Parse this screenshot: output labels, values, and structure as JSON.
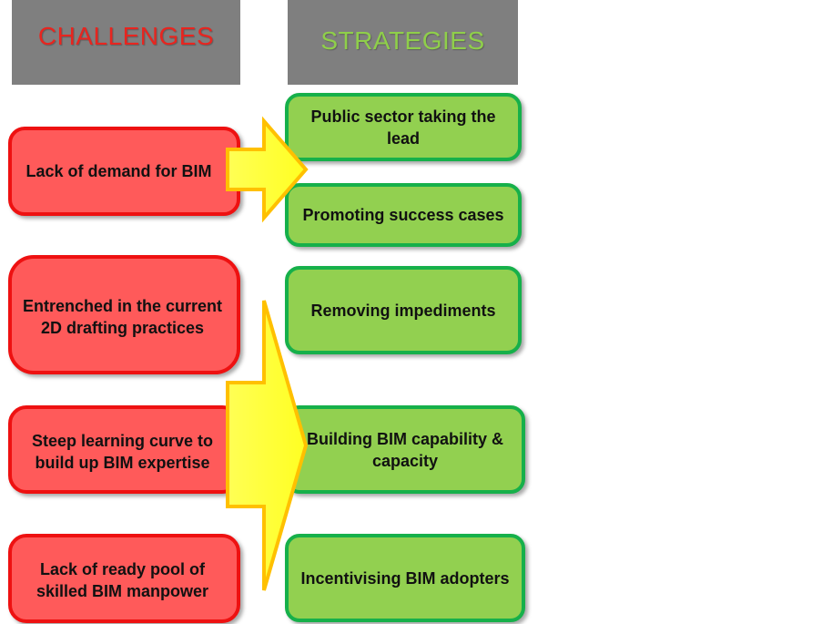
{
  "headers": {
    "challenges": "CHALLENGES",
    "strategies": "STRATEGIES"
  },
  "challenges": [
    "Lack of demand for BIM",
    "Entrenched in the current 2D drafting practices",
    "Steep learning curve to build up BIM expertise",
    "Lack of ready pool of skilled BIM manpower"
  ],
  "strategies": [
    "Public sector taking the lead",
    "Promoting success cases",
    "Removing impediments",
    "Building BIM capability & capacity",
    "Incentivising BIM adopters"
  ],
  "colors": {
    "header_bg": "#7f7f7f",
    "challenges_header_text": "#e8251f",
    "strategies_header_text": "#8fcf4a",
    "challenge_fill": "#ff5a5a",
    "challenge_border": "#ee1111",
    "strategy_fill": "#92d050",
    "strategy_border": "#16b04a",
    "arrow_fill": "#ffff33",
    "arrow_border": "#ffc000"
  }
}
